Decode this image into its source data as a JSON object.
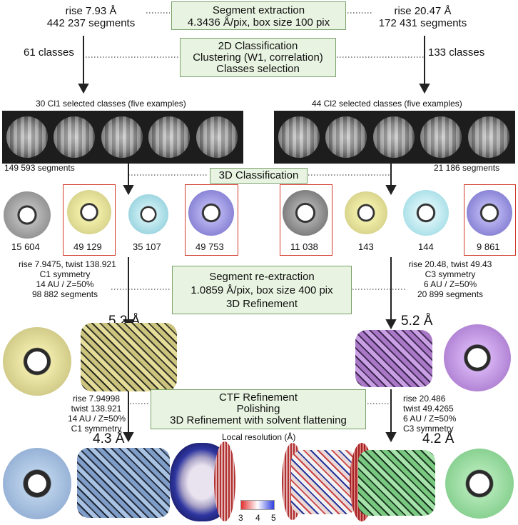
{
  "steps": {
    "segment_extraction": {
      "line1": "Segment extraction",
      "line2": "4.3436 Å/pix, box size 100 pix"
    },
    "classification_2d": {
      "line1": "2D Classification",
      "line2": "Clustering (W1, correlation)",
      "line3": "Classes selection"
    },
    "classification_3d": {
      "line1": "3D Classification"
    },
    "reextraction": {
      "line1": "Segment re-extraction",
      "line2": "1.0859 Å/pix, box size 400 pix",
      "line3": "3D Refinement"
    },
    "ctf": {
      "line1": "CTF Refinement",
      "line2": "Polishing",
      "line3": "3D Refinement with solvent flattening"
    }
  },
  "left": {
    "rise": "rise 7.93 Å",
    "segments": "442 237 segments",
    "classes": "61 classes",
    "selected_caption": "30 Cl1 selected classes (five examples)",
    "selected_segments": "149 593 segments",
    "class3d_counts": [
      "15 604",
      "49 129",
      "35 107",
      "49 753"
    ],
    "params": [
      "rise 7.9475, twist 138.921",
      "C1 symmetry",
      "14 AU / Z=50%",
      "98 882 segments"
    ],
    "res1": "5.2 Å",
    "params2": [
      "rise 7.94998",
      "twist 138.921",
      "14 AU / Z=50%",
      "C1 symmetry"
    ],
    "res2": "4.3 Å"
  },
  "right": {
    "rise": "rise 20.47 Å",
    "segments": "172 431 segments",
    "classes": "133 classes",
    "selected_caption": "44 Cl2 selected classes (five examples)",
    "selected_segments": "21 186 segments",
    "class3d_counts": [
      "11 038",
      "143",
      "144",
      "9 861"
    ],
    "params": [
      "rise 20.48, twist 49.43",
      "C3 symmetry",
      "6 AU / Z=50%",
      "20 899 segments"
    ],
    "res1": "5.2 Å",
    "params2": [
      "rise 20.486",
      "twist 49.4265",
      "6 AU / Z=50%",
      "C3 symmetry"
    ],
    "res2": "4.2 Å"
  },
  "local_resolution": {
    "label": "Local resolution (Å)",
    "ticks": [
      "3",
      "4",
      "5"
    ]
  },
  "colors": {
    "box_fill": "#e8f3e1",
    "box_border": "#7aa26a",
    "selection_border": "#d23a2a",
    "yellow": "#e6e3a0",
    "cyan": "#aee1ea",
    "purple": "#8f89d8",
    "gray": "#8c8c8c",
    "magenta": "#b98ad6",
    "blue_map": "#9dbbe0",
    "green_map": "#8fd598"
  }
}
